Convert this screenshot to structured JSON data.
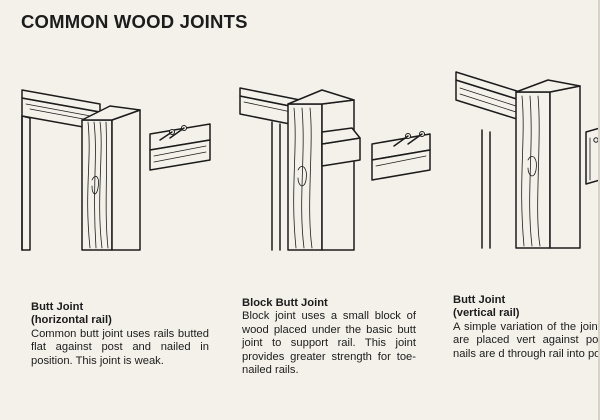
{
  "page": {
    "title": "COMMON WOOD JOINTS"
  },
  "captions": [
    {
      "heading_line1": "Butt Joint",
      "heading_line2": "(horizontal rail)",
      "body": "Common butt joint uses rails butted flat against post and nailed in position. This joint is weak."
    },
    {
      "heading_line1": "Block Butt Joint",
      "heading_line2": "",
      "body": "Block joint uses a small block of wood placed under the basic butt joint to support rail. This joint provides greater strength for toe-nailed rails."
    },
    {
      "heading_line1": "Butt Joint",
      "heading_line2": "(vertical rail)",
      "body": "A simple variation of the joint. Rails are placed vert against post and nails are d through rail into post."
    }
  ],
  "illustrations": [
    {
      "name": "butt-joint-horizontal-rail"
    },
    {
      "name": "block-butt-joint"
    },
    {
      "name": "butt-joint-vertical-rail"
    }
  ],
  "colors": {
    "paper": "#f4f1ea",
    "ink": "#1c1c1c"
  }
}
